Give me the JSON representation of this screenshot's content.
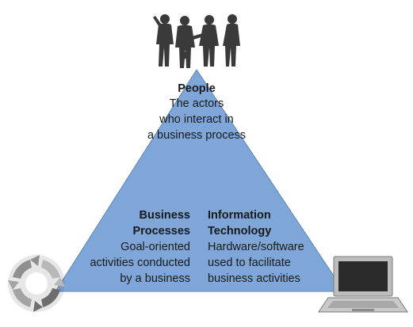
{
  "people": {
    "title": "People",
    "lines": [
      "The actors",
      "who interact in",
      "a business process"
    ]
  },
  "processes": {
    "title_lines": [
      "Business",
      "Processes"
    ],
    "lines": [
      "Goal-oriented",
      "activities conducted",
      "by a business"
    ]
  },
  "technology": {
    "title_lines": [
      "Information",
      "Technology"
    ],
    "lines": [
      "Hardware/software",
      "used to facilitate",
      "business activities"
    ]
  },
  "icons": {
    "top": "business-people-icon",
    "left": "cycle-arrows-icon",
    "right": "laptop-icon"
  },
  "colors": {
    "triangle_fill": "#7ea6d8",
    "triangle_stroke": "#5c86bd",
    "silhouette": "#3a3a3a"
  }
}
